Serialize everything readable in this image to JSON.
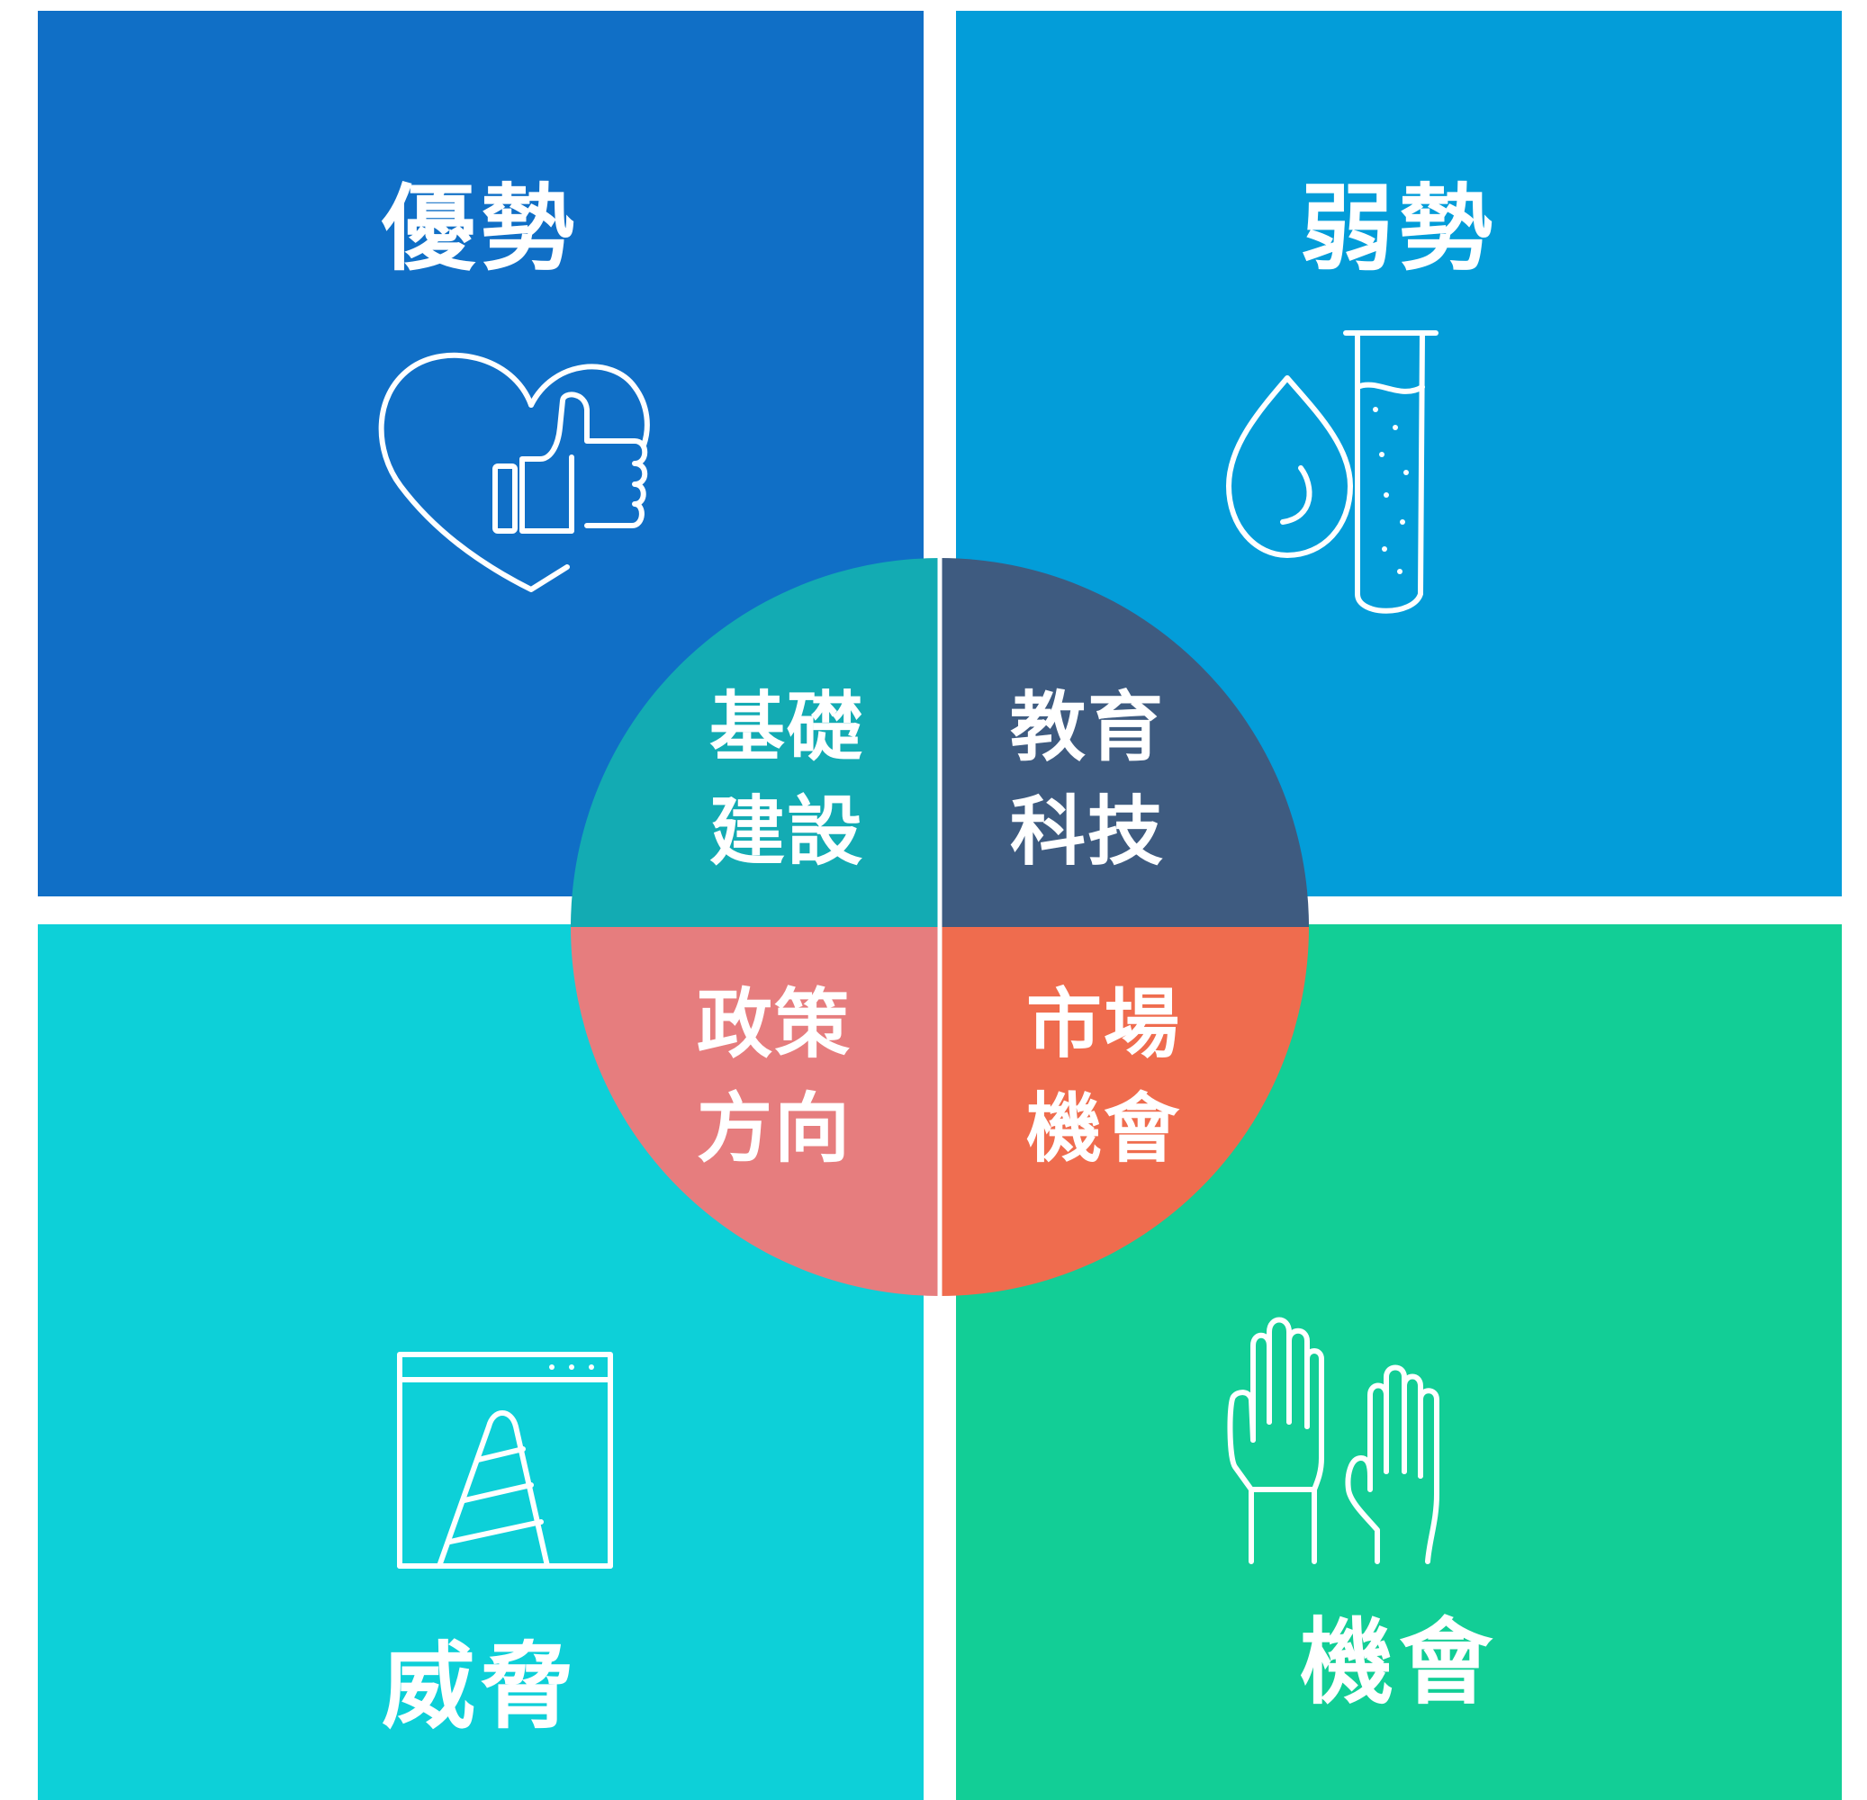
{
  "colors": {
    "strengths": "#106FC6",
    "weaknesses": "#039DD9",
    "threats": "#0DD0D8",
    "opportunities": "#12CE96",
    "pie_top_left": "#13ABB3",
    "pie_top_right": "#3E5B80",
    "pie_bottom_left": "#E67D7E",
    "pie_bottom_right": "#EF6C4E"
  },
  "quadrants": {
    "strengths": {
      "title": "優勢",
      "icon": "heart-thumbs-up-icon"
    },
    "weaknesses": {
      "title": "弱勢",
      "icon": "drop-test-tube-icon"
    },
    "threats": {
      "title": "威脅",
      "icon": "traffic-cone-window-icon"
    },
    "opportunities": {
      "title": "機會",
      "icon": "raised-hands-icon"
    }
  },
  "center": {
    "top_left": {
      "line1": "基礎",
      "line2": "建設"
    },
    "top_right": {
      "line1": "教育",
      "line2": "科技"
    },
    "bottom_left": {
      "line1": "政策",
      "line2": "方向"
    },
    "bottom_right": {
      "line1": "市場",
      "line2": "機會"
    }
  }
}
